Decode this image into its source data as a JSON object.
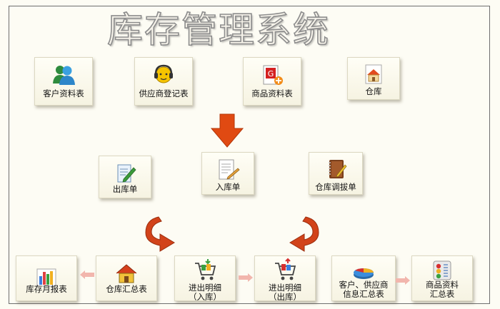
{
  "title": "库存管理系统",
  "colors": {
    "flow_arrow": "#e04a12",
    "tile_border": "#dcd8c2",
    "side_arrow": "#f2b6ad"
  },
  "tiles": {
    "customer": {
      "label": "客户资料表",
      "icon": "users-icon"
    },
    "supplier": {
      "label": "供应商登记表",
      "icon": "support-agent-icon"
    },
    "product": {
      "label": "商品资料表",
      "icon": "product-icon"
    },
    "warehouse": {
      "label": "仓库",
      "icon": "house-icon"
    },
    "outbound": {
      "label": "出库单",
      "icon": "edit-document-icon"
    },
    "inbound": {
      "label": "入库单",
      "icon": "write-document-icon"
    },
    "transfer": {
      "label": "仓库调拔单",
      "icon": "notebook-icon"
    },
    "monthly": {
      "label": "库存月报表",
      "icon": "bar-chart-icon"
    },
    "summary": {
      "label": "仓库汇总表",
      "icon": "warehouse-summary-icon"
    },
    "detail_in": {
      "label": "进出明细\n（入库）",
      "icon": "cart-in-icon"
    },
    "detail_out": {
      "label": "进出明细\n（出库）",
      "icon": "cart-out-icon"
    },
    "party_summary": {
      "label": "客户、供应商\n信息汇总表",
      "icon": "pie-chart-icon"
    },
    "product_summary": {
      "label": "商品资料\n汇总表",
      "icon": "traffic-light-icon"
    }
  }
}
